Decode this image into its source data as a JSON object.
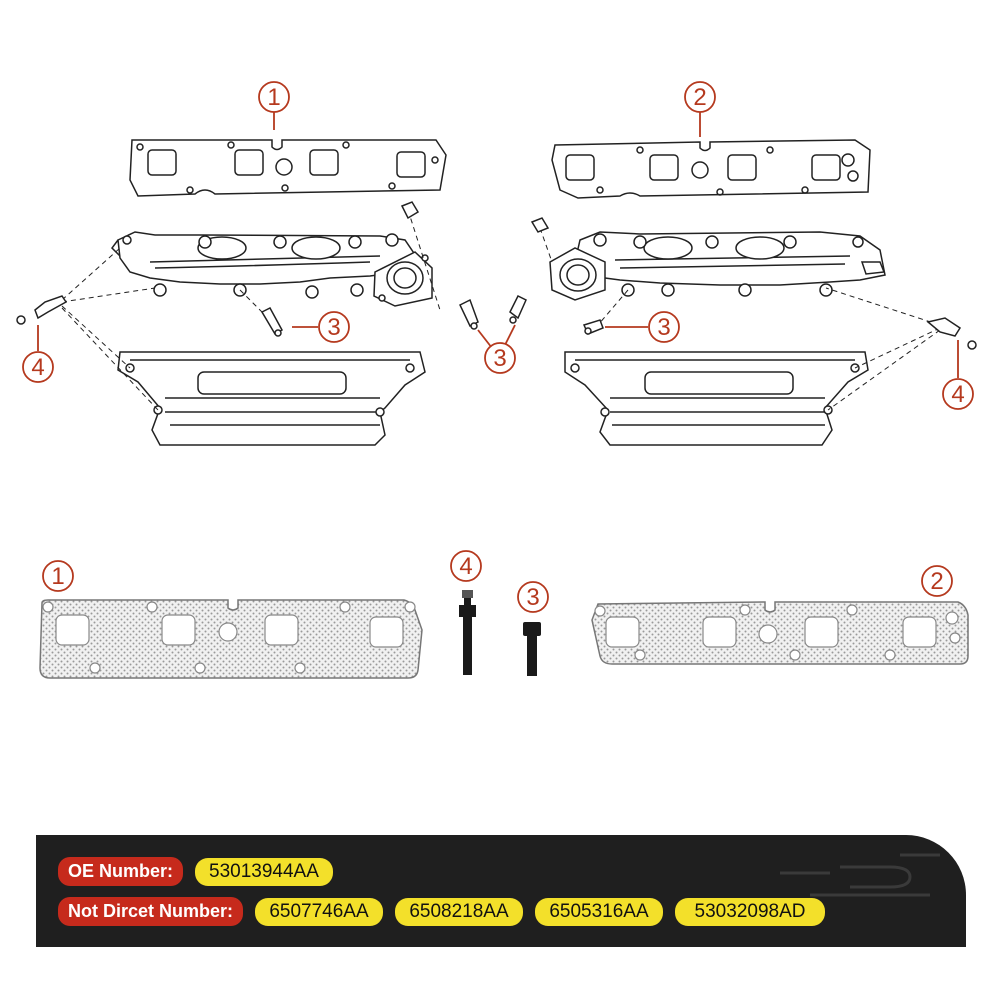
{
  "callouts": {
    "top_left_gasket": "1",
    "top_right_gasket": "2",
    "left_bolt": "3",
    "center_bolt": "3",
    "right_bolt": "3",
    "left_stud": "4",
    "right_stud": "4",
    "bottom_gasket_left": "1",
    "bottom_stud": "4",
    "bottom_bolt": "3",
    "bottom_gasket_right": "2"
  },
  "colors": {
    "callout": "#b5391e",
    "panel_bg": "#1f1f1f",
    "label_bg": "#c62a1c",
    "value_bg": "#f3e02a",
    "line": "#222222"
  },
  "info": {
    "oe_label": "OE Number:",
    "oe_number": "53013944AA",
    "not_direct_label": "Not Dircet Number:",
    "not_direct_numbers": [
      "6507746AA",
      "6508218AA",
      "6505316AA",
      "53032098AD"
    ]
  }
}
